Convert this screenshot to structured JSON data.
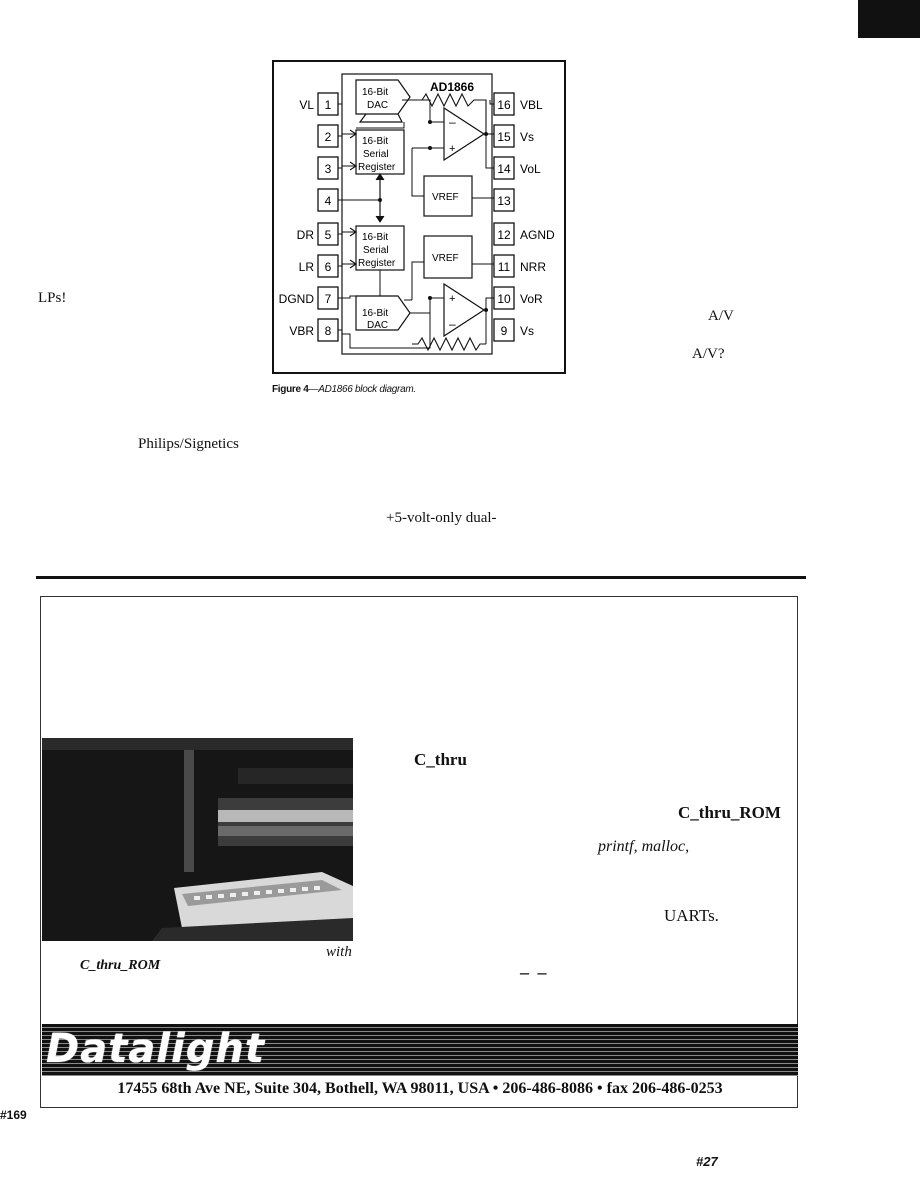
{
  "fragments": {
    "lps": "LPs!",
    "av1": "A/V",
    "av2": "A/V?",
    "philips": "Philips/Signetics",
    "volt": "+5-volt-only dual-"
  },
  "figure": {
    "chip_name": "AD1866",
    "caption_label": "Figure 4",
    "caption_text": "—AD1866 block diagram.",
    "left_pins": [
      {
        "num": "1",
        "label": "VL"
      },
      {
        "num": "2",
        "label": ""
      },
      {
        "num": "3",
        "label": ""
      },
      {
        "num": "4",
        "label": ""
      },
      {
        "num": "5",
        "label": "DR"
      },
      {
        "num": "6",
        "label": "LR"
      },
      {
        "num": "7",
        "label": "DGND"
      },
      {
        "num": "8",
        "label": "VBR"
      }
    ],
    "right_pins": [
      {
        "num": "16",
        "label": "VBL"
      },
      {
        "num": "15",
        "label": "Vs"
      },
      {
        "num": "14",
        "label": "VoL"
      },
      {
        "num": "13",
        "label": ""
      },
      {
        "num": "12",
        "label": "AGND"
      },
      {
        "num": "11",
        "label": "NRR"
      },
      {
        "num": "10",
        "label": "VoR"
      },
      {
        "num": "9",
        "label": "Vs"
      }
    ],
    "blocks": {
      "dac_top_1": "16-Bit",
      "dac_top_2": "DAC",
      "reg_top_1": "16-Bit",
      "reg_top_2": "Serial",
      "reg_top_3": "Register",
      "vref_top": "VREF",
      "reg_bot_1": "16-Bit",
      "reg_bot_2": "Serial",
      "reg_bot_3": "Register",
      "vref_bot": "VREF",
      "dac_bot_1": "16-Bit",
      "dac_bot_2": "DAC"
    }
  },
  "ad": {
    "c_thru": "C_thru",
    "c_thru_rom": "C_thru_ROM",
    "printf_malloc": "printf, malloc,",
    "uarts": "UARTs.",
    "with": "with",
    "photo_caption": "C_thru_ROM",
    "dashes": "–   –",
    "logo": "Datalight",
    "address": "17455 68th Ave NE, Suite 304, Bothell, WA 98011, USA • 206-486-8086 • fax 206-486-0253",
    "ad_code": "#169"
  },
  "page_code": "#27"
}
